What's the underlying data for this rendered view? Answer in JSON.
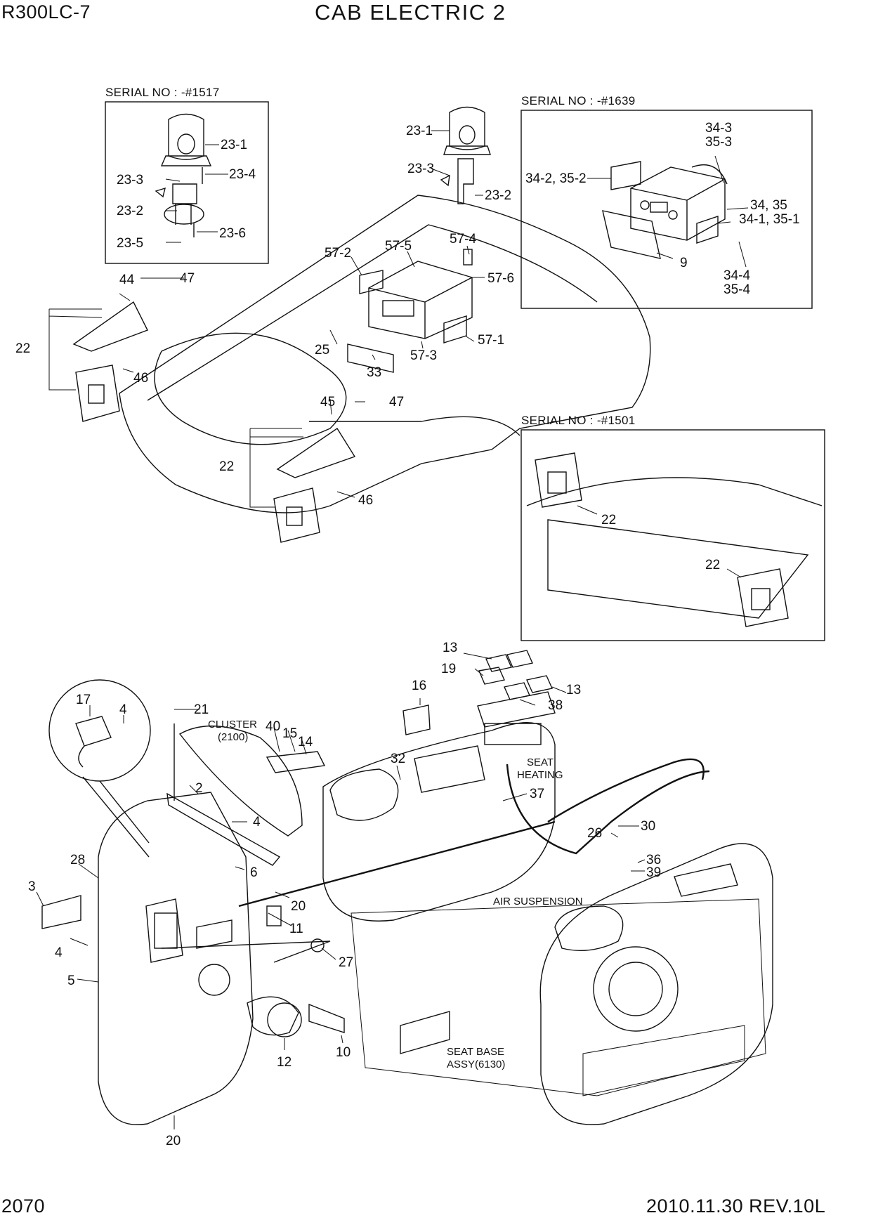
{
  "header": {
    "model": "R300LC-7",
    "title": "CAB ELECTRIC 2"
  },
  "footer": {
    "page": "2070",
    "revision": "2010.11.30  REV.10L"
  },
  "insets": {
    "beacon": {
      "serial": "SERIAL NO : -#1517"
    },
    "radio": {
      "serial": "SERIAL NO : -#1639"
    },
    "lamps": {
      "serial": "SERIAL NO : -#1501"
    }
  },
  "notes": {
    "cluster": "CLUSTER",
    "cluster_ref": "(2100)",
    "seat_heating_1": "SEAT",
    "seat_heating_2": "HEATING",
    "air_suspension": "AIR SUSPENSION",
    "seat_base_1": "SEAT BASE",
    "seat_base_2": "ASSY(6130)"
  },
  "callouts": {
    "b_23_1": "23-1",
    "b_23_3": "23-3",
    "b_23_4": "23-4",
    "b_23_2": "23-2",
    "b_23_5": "23-5",
    "b_23_6": "23-6",
    "m_23_1": "23-1",
    "m_23_3": "23-3",
    "m_23_2": "23-2",
    "r_34_3": "34-3",
    "r_35_3": "35-3",
    "r_34_2": "34-2, 35-2",
    "r_34_35": "34, 35",
    "r_34_1": "34-1, 35-1",
    "r_9": "9",
    "r_34_4": "34-4",
    "r_35_4": "35-4",
    "c_57_2": "57-2",
    "c_57_5": "57-5",
    "c_57_4": "57-4",
    "c_57_6": "57-6",
    "c_57_1": "57-1",
    "c_57_3": "57-3",
    "c_25": "25",
    "c_33": "33",
    "c_44": "44",
    "c_47a": "47",
    "c_22a": "22",
    "c_46a": "46",
    "c_45": "45",
    "c_47b": "47",
    "c_22b": "22",
    "c_46b": "46",
    "l_22a": "22",
    "l_22b": "22",
    "f_13a": "13",
    "f_19": "19",
    "f_13b": "13",
    "f_38": "38",
    "f_16": "16",
    "f_17": "17",
    "f_4a": "4",
    "f_21": "21",
    "f_40": "40",
    "f_15": "15",
    "f_14": "14",
    "f_2": "2",
    "f_4b": "4",
    "f_6": "6",
    "f_28": "28",
    "f_3": "3",
    "f_20a": "20",
    "f_11": "11",
    "f_4c": "4",
    "f_27": "27",
    "f_5": "5",
    "f_12": "12",
    "f_10": "10",
    "f_20b": "20",
    "f_32": "32",
    "f_37": "37",
    "f_30": "30",
    "f_26": "26",
    "f_36": "36",
    "f_39": "39"
  }
}
